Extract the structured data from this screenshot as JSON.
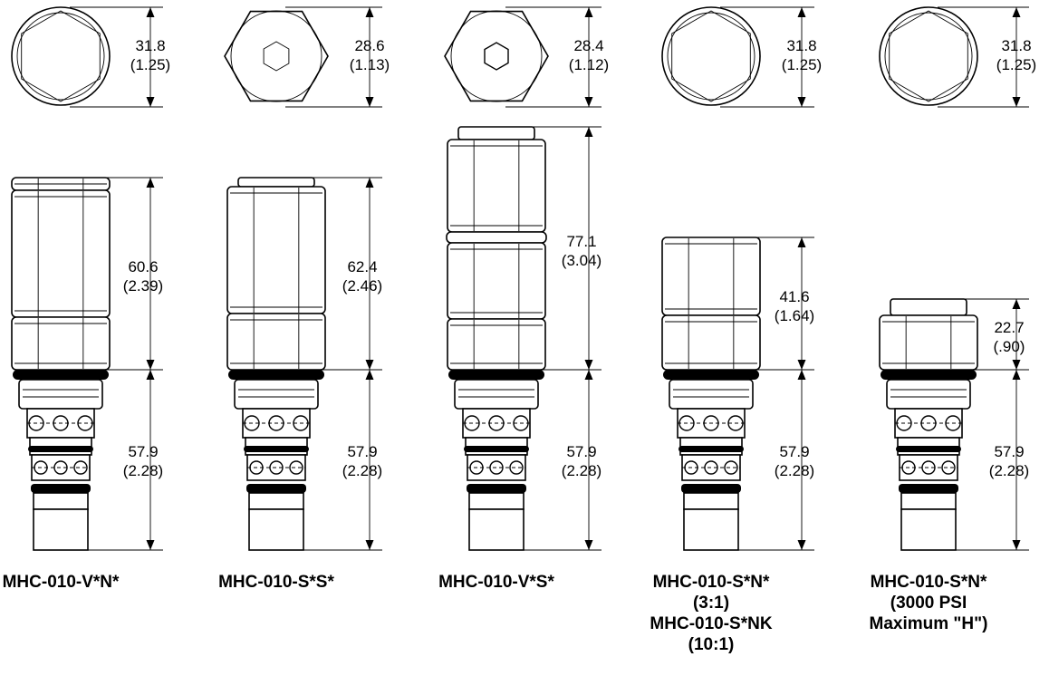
{
  "valves": [
    {
      "caption": [
        "MHC-010-V*N*"
      ],
      "hex": {
        "mm": "31.8",
        "in": "(1.25)"
      },
      "top": {
        "mm": "60.6",
        "in": "(2.39)"
      },
      "cartridge": {
        "mm": "57.9",
        "in": "(2.28)"
      }
    },
    {
      "caption": [
        "MHC-010-S*S*"
      ],
      "hex": {
        "mm": "28.6",
        "in": "(1.13)"
      },
      "top": {
        "mm": "62.4",
        "in": "(2.46)"
      },
      "cartridge": {
        "mm": "57.9",
        "in": "(2.28)"
      }
    },
    {
      "caption": [
        "MHC-010-V*S*"
      ],
      "hex": {
        "mm": "28.4",
        "in": "(1.12)"
      },
      "top": {
        "mm": "77.1",
        "in": "(3.04)"
      },
      "cartridge": {
        "mm": "57.9",
        "in": "(2.28)"
      }
    },
    {
      "caption": [
        "MHC-010-S*N*",
        "(3:1)",
        "MHC-010-S*NK",
        "(10:1)"
      ],
      "hex": {
        "mm": "31.8",
        "in": "(1.25)"
      },
      "top": {
        "mm": "41.6",
        "in": "(1.64)"
      },
      "cartridge": {
        "mm": "57.9",
        "in": "(2.28)"
      }
    },
    {
      "caption": [
        "MHC-010-S*N*",
        "(3000 PSI",
        "Maximum \"H\")"
      ],
      "hex": {
        "mm": "31.8",
        "in": "(1.25)"
      },
      "top": {
        "mm": "22.7",
        "in": "(.90)"
      },
      "cartridge": {
        "mm": "57.9",
        "in": "(2.28)"
      }
    }
  ]
}
